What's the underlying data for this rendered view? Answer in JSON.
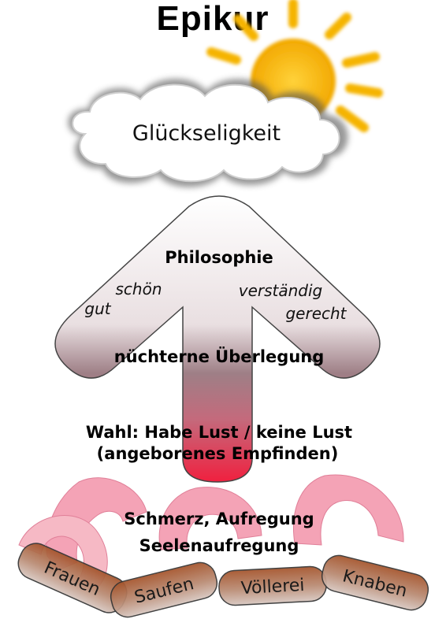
{
  "title": "Epikur",
  "goal": "Glückseligkeit",
  "arrow": {
    "top_label": "Philosophie",
    "virtues": [
      "schön",
      "gut",
      "verständig",
      "gerecht"
    ],
    "bottom_label": "nüchterne Überlegung"
  },
  "choice": {
    "line1": "Wahl: Habe Lust / keine Lust",
    "line2": "(angeborenes Empfinden)"
  },
  "suffering": {
    "line1": "Schmerz, Aufregung",
    "line2": "Seelenaufregung"
  },
  "vices": [
    "Frauen",
    "Saufen",
    "Völlerei",
    "Knaben"
  ],
  "colors": {
    "sun": "#f5b400",
    "arrow_top": "#ffffff",
    "arrow_mid": "#b08a90",
    "arrow_tip": "#ee2244",
    "smoke": "#f08aa0",
    "log": "#9a4a22"
  }
}
